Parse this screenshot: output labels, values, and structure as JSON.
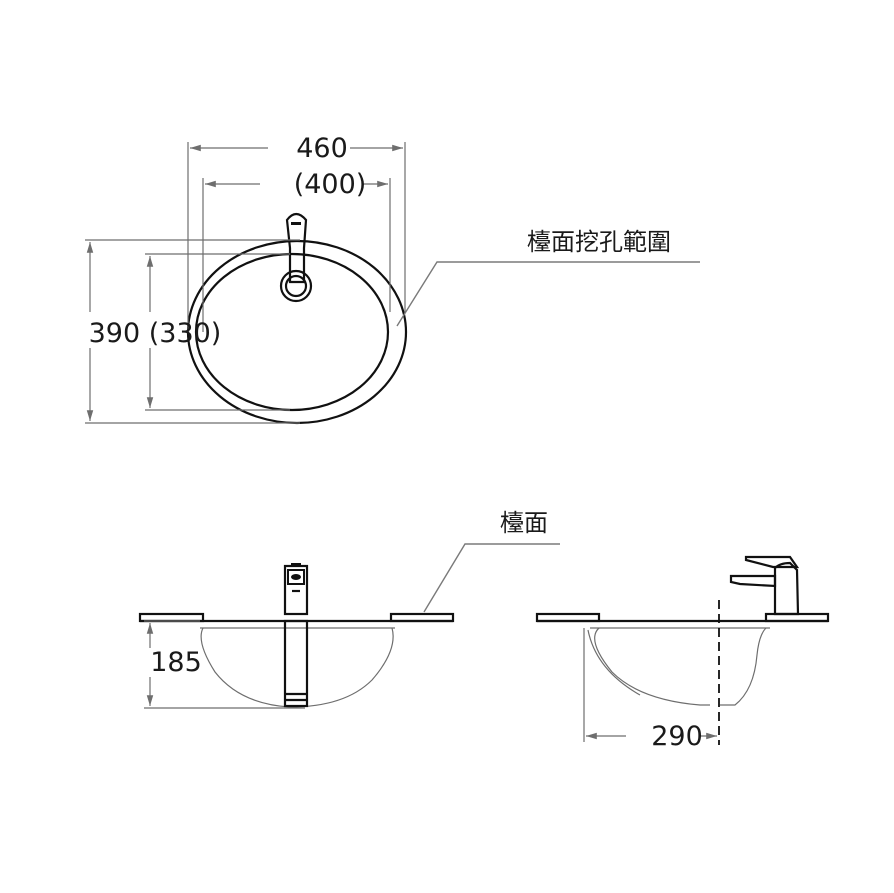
{
  "top_view": {
    "width_outer": "460",
    "width_cutout": "(400)",
    "depth": "390 (330)",
    "cutout_label": "檯面挖孔範圍"
  },
  "front_view": {
    "counter_label": "檯面",
    "height": "185"
  },
  "side_view": {
    "depth": "290"
  },
  "colors": {
    "line": "#111111",
    "dimension": "#6e6e6e"
  }
}
